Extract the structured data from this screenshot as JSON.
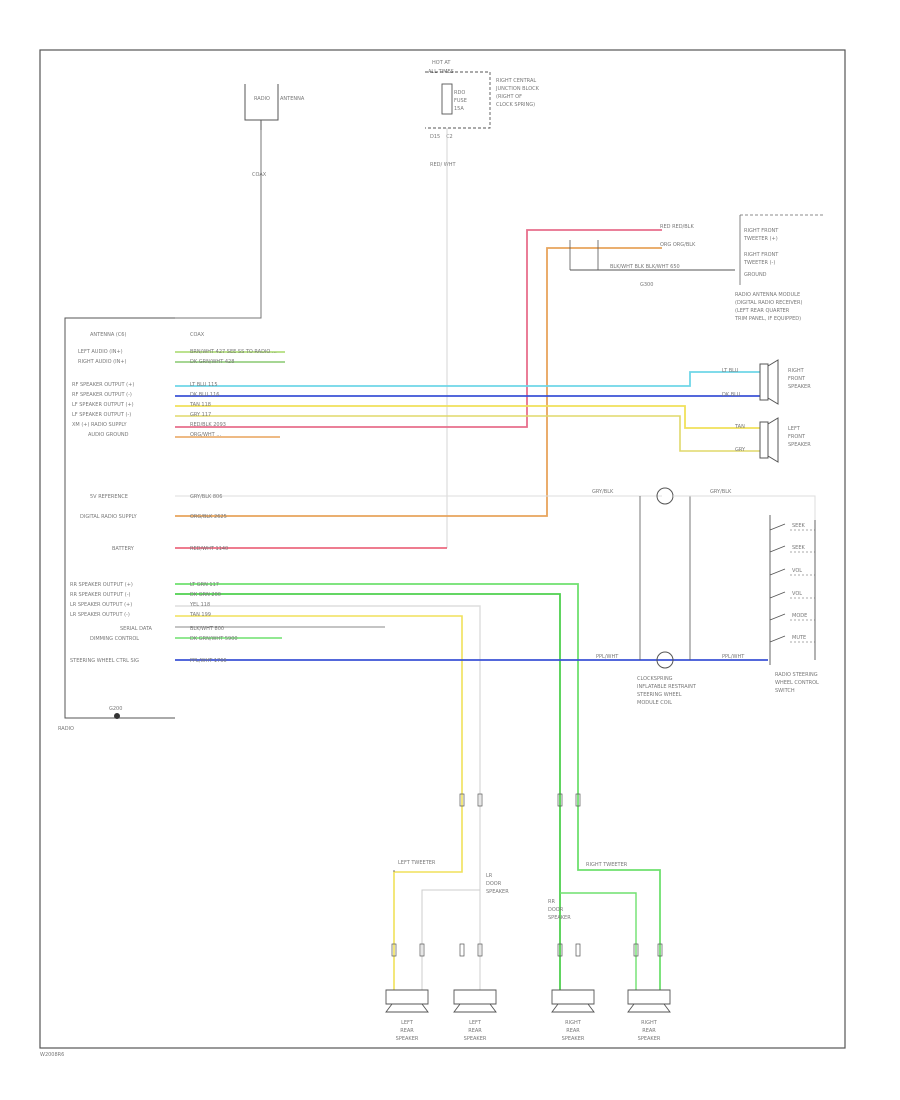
{
  "page": {
    "corner_code": "W2008R6"
  },
  "antenna": {
    "label_lines": [
      "RADIO",
      "ANTENNA"
    ],
    "wire_label": "COAX"
  },
  "fuse": {
    "top_lines": [
      "HOT AT",
      "ALL TIMES"
    ],
    "fuse_lines": [
      "RDO",
      "FUSE",
      "15A"
    ],
    "box_lines": [
      "RIGHT CENTRAL",
      "JUNCTION BLOCK",
      "(RIGHT OF",
      "CLOCK SPRING)"
    ],
    "below_lines": [
      "D15",
      "C2"
    ],
    "wire_label": "RED/ WHT"
  },
  "module": {
    "ground_label": "G200",
    "corner_label": "RADIO",
    "pins": [
      {
        "label": "ANTENNA (C6)",
        "wire": "COAX"
      },
      {
        "label": "LEFT AUDIO (IN+)",
        "wire": "BRN/WHT  427  SEE SS TO RADIO ..."
      },
      {
        "label": "RIGHT AUDIO (IN+)",
        "wire": "DK GRN/WHT  428"
      },
      {
        "label": "RF SPEAKER OUTPUT (+)",
        "wire": "LT BLU  115"
      },
      {
        "label": "RF SPEAKER OUTPUT (-)",
        "wire": "DK BLU  116"
      },
      {
        "label": "LF SPEAKER OUTPUT (+)",
        "wire": "TAN  118"
      },
      {
        "label": "LF SPEAKER OUTPUT (-)",
        "wire": "GRY  117"
      },
      {
        "label": "XM (+) RADIO SUPPLY",
        "wire": "RED/BLK  2093"
      },
      {
        "label": "AUDIO GROUND",
        "wire": "ORG/WHT  ..."
      },
      {
        "label": "5V REFERENCE",
        "wire": "GRY/BLK  806"
      },
      {
        "label": "DIGITAL RADIO SUPPLY",
        "wire": "ORG/BLK  2625"
      },
      {
        "label": "BATTERY",
        "wire": "RED/WHT  1140"
      },
      {
        "label": "RR SPEAKER OUTPUT (+)",
        "wire": "LT GRN  117"
      },
      {
        "label": "RR SPEAKER OUTPUT (-)",
        "wire": "DK GRN  200"
      },
      {
        "label": "LR SPEAKER OUTPUT (+)",
        "wire": "YEL  118"
      },
      {
        "label": "LR SPEAKER OUTPUT (-)",
        "wire": "TAN  199"
      },
      {
        "label": "SERIAL DATA",
        "wire": "BLK/WHT  800"
      },
      {
        "label": "DIMMING CONTROL",
        "wire": "DK GRN/WHT  5900"
      },
      {
        "label": "STEERING WHEEL CTRL SIG",
        "wire": "PPL/WHT  1766"
      }
    ]
  },
  "top_right": {
    "box_lines": [
      "RIGHT FRONT",
      "TWEETER (+)",
      "RIGHT FRONT",
      "TWEETER (-)",
      "GROUND"
    ],
    "wire1": "RED  RED/BLK",
    "wire2": "ORG  ORG/BLK",
    "wire3": "BLK/WHT  BLK  BLK/WHT  650",
    "note_lines": [
      "RADIO ANTENNA MODULE",
      "(DIGITAL RADIO RECEIVER)",
      "(LEFT REAR QUARTER",
      "TRIM PANEL, IF EQUIPPED)"
    ],
    "ground_label": "G300"
  },
  "right_front_speaker": {
    "label_lines": [
      "RIGHT",
      "FRONT",
      "SPEAKER"
    ],
    "wires": [
      "LT BLU",
      "DK BLU"
    ]
  },
  "left_front_speaker": {
    "label_lines": [
      "LEFT",
      "FRONT",
      "SPEAKER"
    ],
    "wires": [
      "TAN",
      "GRY"
    ]
  },
  "clock_spring": {
    "label_lines": [
      "CLOCKSPRING",
      "INFLATABLE RESTRAINT",
      "STEERING WHEEL",
      "MODULE COIL"
    ],
    "wire_top": "GRY/BLK",
    "wire_bottom": "PPL/WHT"
  },
  "switch": {
    "label_lines": [
      "RADIO STEERING",
      "WHEEL CONTROL",
      "SWITCH"
    ],
    "contacts": [
      "SEEK",
      "SEEK",
      "VOL",
      "VOL",
      "MODE",
      "MUTE"
    ]
  },
  "bottom": {
    "left_connector": "LEFT TWEETER",
    "right_connector": "RIGHT TWEETER",
    "left_mid": [
      "LR",
      "DOOR",
      "SPEAKER"
    ],
    "right_mid": [
      "RR",
      "DOOR",
      "SPEAKER"
    ],
    "speakers": [
      {
        "lines": [
          "LEFT",
          "REAR",
          "SPEAKER"
        ]
      },
      {
        "lines": [
          "LEFT",
          "REAR",
          "SPEAKER"
        ]
      },
      {
        "lines": [
          "RIGHT",
          "REAR",
          "SPEAKER"
        ]
      },
      {
        "lines": [
          "RIGHT",
          "REAR",
          "SPEAKER"
        ]
      }
    ]
  },
  "colors": {
    "pink": "#e86f8c",
    "orange": "#e8a45c",
    "cyan": "#6fd6e8",
    "blue": "#3b52d6",
    "yellow": "#f0e15a",
    "green": "#6fe06f",
    "red": "#e8506a",
    "gray": "#aaaaaa",
    "frame": "#444444"
  }
}
